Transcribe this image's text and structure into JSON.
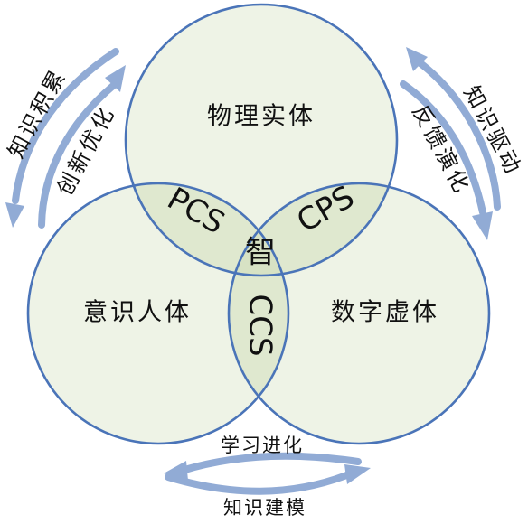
{
  "diagram": {
    "circles": {
      "top": "物理实体",
      "left": "意识人体",
      "right": "数字虚体"
    },
    "overlaps": {
      "top_left": "PCS",
      "top_right": "CPS",
      "left_right": "CCS",
      "center": "智"
    },
    "arrow_labels": {
      "left_outer": "知识积累",
      "left_inner": "创新优化",
      "right_outer": "知识驱动",
      "right_inner": "反馈演化",
      "bottom_top": "学习进化",
      "bottom_bottom": "知识建模"
    },
    "colors": {
      "circle_fill": "#e9efdf",
      "circle_stroke": "#4a74b8",
      "arrow": "#91abd5"
    }
  }
}
